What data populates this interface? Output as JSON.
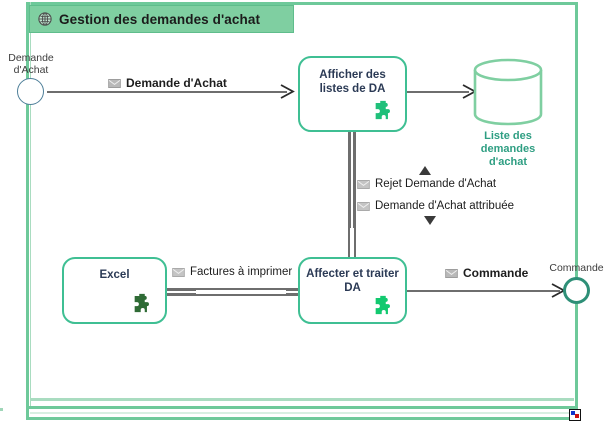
{
  "diagram": {
    "type": "bpmn-process",
    "pool": {
      "title": "Gestion des demandes d'achat",
      "icon": "globe-icon",
      "header_color": "#7fcfa1",
      "border_color": "#6ec99a"
    },
    "events": [
      {
        "id": "start-demande-achat",
        "kind": "start",
        "label": "Demande\nd'Achat",
        "label_line1": "Demande",
        "label_line2": "d'Achat",
        "border_color": "#4e7f99"
      },
      {
        "id": "end-commande",
        "kind": "end",
        "label": "Commande",
        "border_color": "#2e8f77"
      }
    ],
    "tasks": [
      {
        "id": "afficher-listes-da",
        "label_line1": "Afficher des",
        "label_line2": "listes de DA",
        "marker": "puzzle-icon",
        "marker_color": "#1fc07a",
        "border_color": "#3fbf93"
      },
      {
        "id": "excel",
        "label_line1": "Excel",
        "label_line2": "",
        "marker": "puzzle-icon",
        "marker_color": "#2f6b35",
        "border_color": "#3fbf93"
      },
      {
        "id": "affecter-traiter-da",
        "label_line1": "Affecter et traiter",
        "label_line2": "DA",
        "marker": "puzzle-icon",
        "marker_color": "#12c96f",
        "border_color": "#3fbf93"
      }
    ],
    "datastores": [
      {
        "id": "liste-demandes-achat",
        "label_line1": "Liste des",
        "label_line2": "demandes",
        "label_line3": "d'achat",
        "color": "#2e9e82"
      }
    ],
    "flows": [
      {
        "id": "flow-demande-achat",
        "label": "Demande d'Achat",
        "icon": "message-icon",
        "bold": true
      },
      {
        "id": "flow-rejet-da",
        "label": "Rejet Demande d'Achat",
        "icon": "message-icon",
        "bold": false,
        "direction": "up"
      },
      {
        "id": "flow-da-attribuee",
        "label": "Demande d'Achat attribuée",
        "icon": "message-icon",
        "bold": false,
        "direction": "down"
      },
      {
        "id": "flow-factures-imprimer",
        "label": "Factures à imprimer",
        "icon": "message-icon",
        "bold": false
      },
      {
        "id": "flow-commande",
        "label": "Commande",
        "icon": "message-icon",
        "bold": true
      }
    ],
    "selection": {
      "handle": "resize-handle"
    }
  }
}
